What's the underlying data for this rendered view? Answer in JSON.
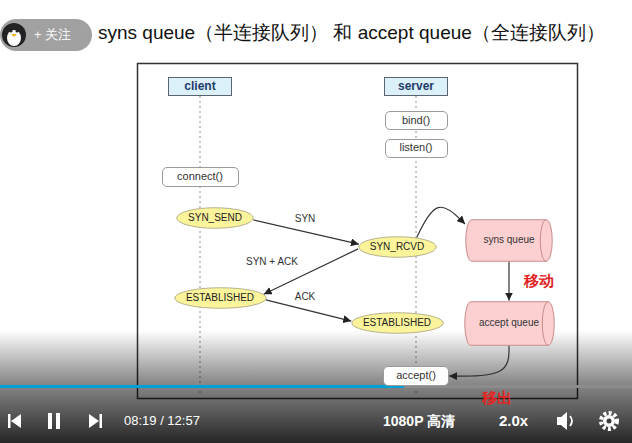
{
  "diagram": {
    "title": "syns queue（半连接队列） 和 accept queue（全连接队列）",
    "nodes": [
      {
        "text": [
          "client"
        ]
      },
      {
        "text": [
          "server"
        ]
      },
      {
        "text": [
          "bind()"
        ]
      },
      {
        "text": [
          "listen()"
        ]
      },
      {
        "text": [
          "connect()"
        ]
      },
      {
        "text": [
          "SYN_SEND"
        ]
      },
      {
        "text": [
          "SYN_RCVD"
        ]
      },
      {
        "text": [
          "syns queue"
        ]
      },
      {
        "text": [
          "ESTABLISHED"
        ]
      },
      {
        "text": [
          "ESTABLISHED"
        ]
      },
      {
        "text": [
          "accept queue"
        ]
      },
      {
        "text": [
          "accept()"
        ]
      }
    ],
    "edges": [
      {
        "from": 5,
        "to": 6,
        "arrow": "to",
        "label": "SYN"
      },
      {
        "from": 6,
        "to": 8,
        "arrow": "to",
        "label": "SYN + ACK"
      },
      {
        "from": 8,
        "to": 9,
        "arrow": "to",
        "label": "ACK"
      },
      {
        "from": 6,
        "to": 7,
        "arrow": "to"
      },
      {
        "from": 7,
        "to": 10,
        "arrow": "to",
        "label": "移动"
      },
      {
        "from": 10,
        "to": 11,
        "arrow": "to",
        "label": "移出"
      }
    ],
    "labels": [
      "+ 关注",
      "08:19 / 12:57",
      "1080P 高清",
      "2.0x"
    ]
  }
}
